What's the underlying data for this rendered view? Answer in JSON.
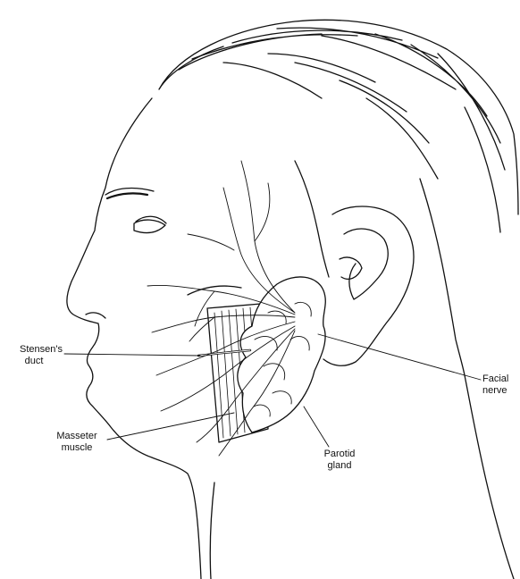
{
  "labels": {
    "stensens_duct": {
      "line1": "Stensen's",
      "line2": "duct"
    },
    "facial_nerve": {
      "line1": "Facial",
      "line2": "nerve"
    },
    "masseter_muscle": {
      "line1": "Masseter",
      "line2": "muscle"
    },
    "parotid_gland": {
      "line1": "Parotid",
      "line2": "gland"
    }
  },
  "colors": {
    "ink": "#111111",
    "background": "#ffffff"
  }
}
